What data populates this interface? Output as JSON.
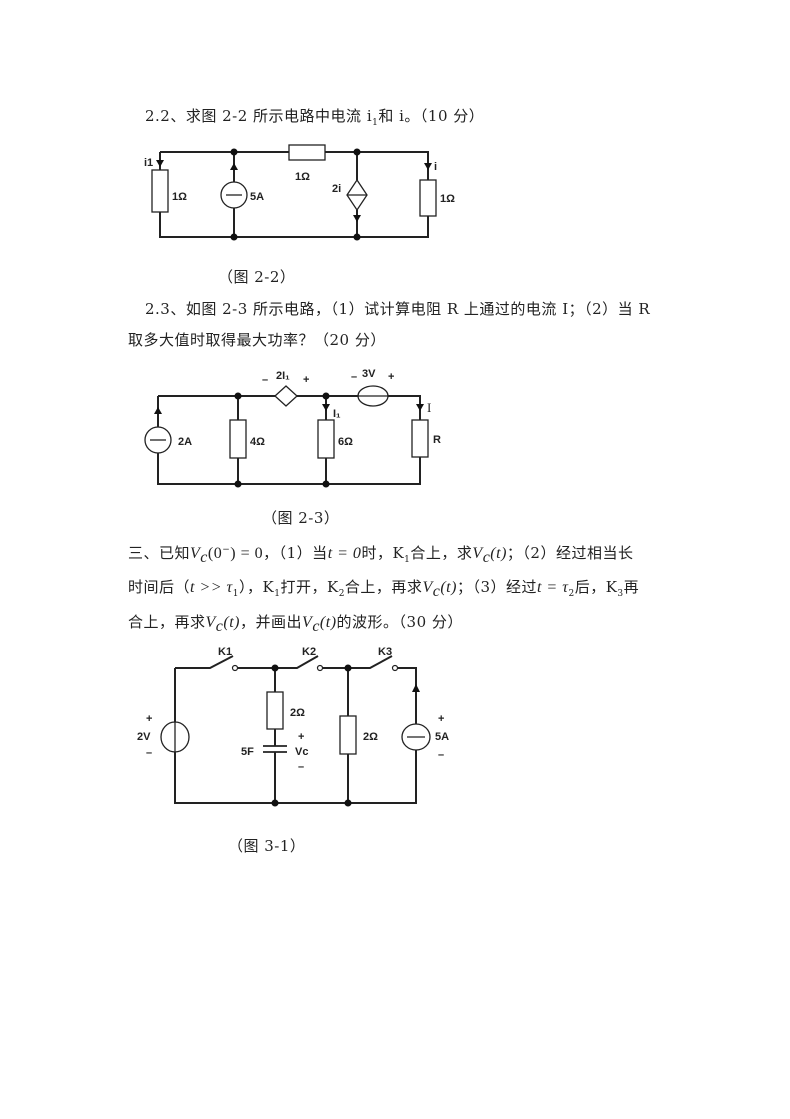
{
  "q22": {
    "prefix": "2.2、求图 2-2 所示电路中电流 i",
    "sub1": "1",
    "suffix": "和 i。（10 分）",
    "caption": "（图 2-2）",
    "labels": {
      "i1": "i1",
      "r1": "1Ω",
      "src": "5A",
      "r2": "1Ω",
      "dep": "2i",
      "i": "i",
      "r3": "1Ω"
    }
  },
  "q23": {
    "line1": "2.3、如图 2-3 所示电路，（1）试计算电阻 R 上通过的电流 I；（2）当 R",
    "line2": "取多大值时取得最大功率？（20 分）",
    "caption": "（图 2-3）",
    "labels": {
      "minus1": "–",
      "dep": "2I₁",
      "plus1": "+",
      "minus2": "–",
      "v": "3V",
      "plus2": "+",
      "src": "2A",
      "r4": "4Ω",
      "i1": "I₁",
      "r6": "6Ω",
      "I": "I",
      "R": "R"
    }
  },
  "q3": {
    "l1a": "三、已知",
    "l1b": "，（1）当",
    "l1c": "时，K",
    "l1d": "合上，求",
    "l1e": "；（2）经过相当长",
    "l2a": "时间后（",
    "l2b": "），K",
    "l2c": "打开，K",
    "l2d": "合上，再求",
    "l2e": "；（3）经过",
    "l2f": "后，K",
    "l2g": "再",
    "l3a": "合上，再求",
    "l3b": "，并画出",
    "l3c": "的波形。（30 分）",
    "math": {
      "vc": "V",
      "c": "c",
      "zero_minus": "(0",
      "sup_minus": "−",
      "eq0": ") = 0",
      "t0": "t = 0",
      "of_t": "(t)",
      "tgg": "t >> τ",
      "one": "1",
      "two": "2",
      "three": "3",
      "teq": "t = τ"
    },
    "caption": "（图 3-1）",
    "labels": {
      "k1": "K1",
      "k2": "K2",
      "k3": "K3",
      "plus_v": "+",
      "v": "2V",
      "minus_v": "–",
      "r1": "2Ω",
      "c": "5F",
      "plus_c": "+",
      "vc": "Vc",
      "minus_c": "–",
      "r2": "2Ω",
      "plus_a": "+",
      "a": "5A",
      "minus_a": "–"
    }
  }
}
